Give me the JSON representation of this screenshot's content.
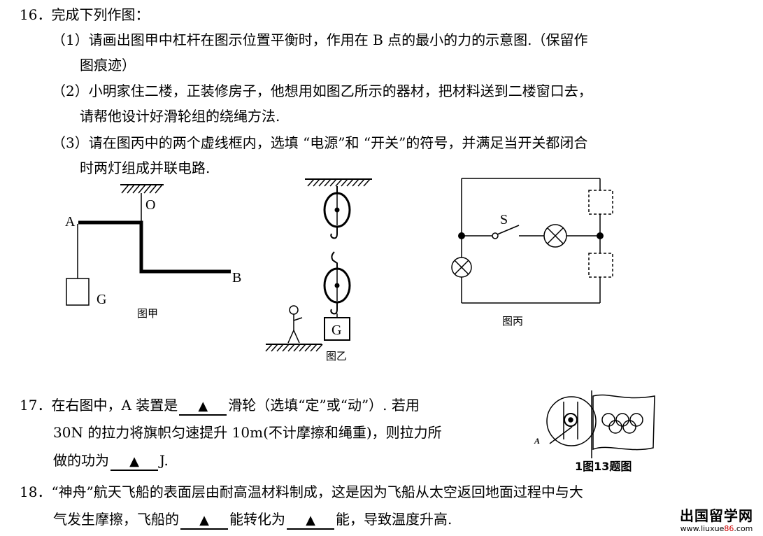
{
  "q16": {
    "number": "16．",
    "title": "完成下列作图：",
    "p1_line1": "（1）请画出图甲中杠杆在图示位置平衡时，作用在  B 点的最小的力的示意图.（保留作",
    "p1_line2": "图痕迹）",
    "p2_line1": "（2）小明家住二楼，正装修房子，他想用如图乙所示的器材，把材料送到二楼窗口去，",
    "p2_line2": "请帮他设计好滑轮组的绕绳方法.",
    "p3_line1": "（3）请在图丙中的两个虚线框内，选填 “电源”和 “开关”的符号，并满足当开关都闭合",
    "p3_line2": "时两灯组成并联电路."
  },
  "figures": {
    "jia": {
      "label_a": "A",
      "label_o": "O",
      "label_b": "B",
      "label_g": "G",
      "caption": "图甲"
    },
    "yi": {
      "label_g": "G",
      "caption": "图乙"
    },
    "bing": {
      "label_s": "S",
      "caption": "图丙"
    },
    "flag": {
      "label_a": "A",
      "caption": "1图13题图"
    }
  },
  "q17": {
    "number": "17．",
    "line1_pre": "在右图中，A 装置是",
    "blank1": "▲",
    "line1_post": "滑轮（选填“定”或“动”）. 若用",
    "line2": "30N 的拉力将旗帜匀速提升 10m(不计摩擦和绳重)，则拉力所",
    "line3_pre": "做的功为",
    "blank2": "▲",
    "line3_post": "J."
  },
  "q18": {
    "number": "18．",
    "line1": "“神舟”航天飞船的表面层由耐高温材料制成，这是因为飞船从太空返回地面过程中与大",
    "line2_pre": "气发生摩擦，飞船的",
    "blank1": "▲",
    "line2_mid": "能转化为",
    "blank2": "▲",
    "line2_post": "能，导致温度升高."
  },
  "watermark": {
    "name": "出国留学网",
    "url_pre": "www.liuxue",
    "url_num": "86",
    "url_post": ".com",
    "accent": "#cc0000"
  }
}
